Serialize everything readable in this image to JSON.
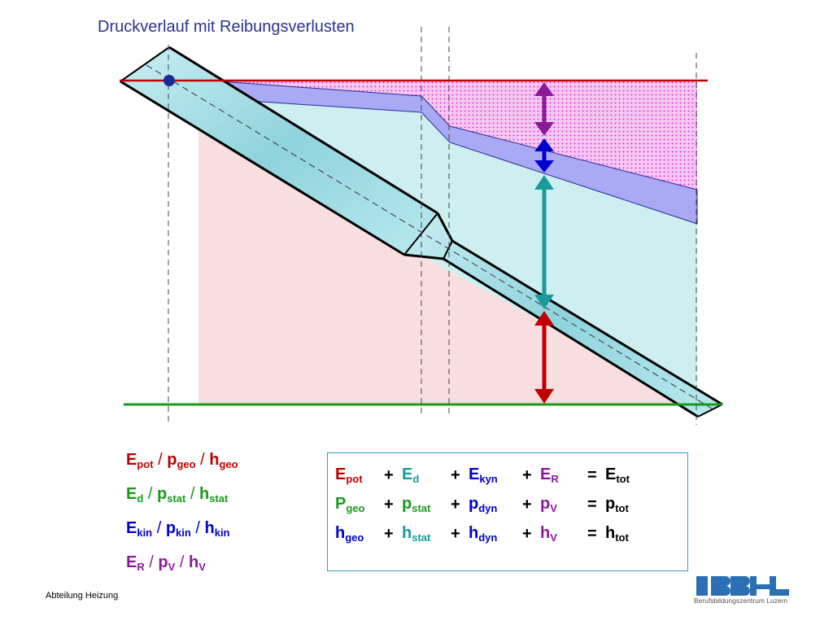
{
  "title": "Druckverlauf mit Reibungsverlusten",
  "footer": "Abteilung Heizung",
  "logo": {
    "text": "Berufsbildungszentrum Luzern",
    "mark": "BBZL"
  },
  "legend": [
    {
      "parts": [
        "E",
        "pot",
        " / ",
        "p",
        "geo",
        " / ",
        "h",
        "geo"
      ],
      "color": "#c00000"
    },
    {
      "parts": [
        "E",
        "d",
        " / ",
        "p",
        "stat",
        " / ",
        "h",
        "stat"
      ],
      "color": "#1a9a1a"
    },
    {
      "parts": [
        "E",
        "kin",
        " / ",
        "p",
        "kin",
        " / ",
        "h",
        "kin"
      ],
      "color": "#0000cc"
    },
    {
      "parts": [
        "E",
        "R",
        " / ",
        "p",
        "V",
        " / ",
        "h",
        "V"
      ],
      "color": "#8b1a9b"
    }
  ],
  "equations": {
    "row1": {
      "a_main": "E",
      "a_sub": "pot",
      "b_main": "E",
      "b_sub": "d",
      "c_main": "E",
      "c_sub": "kyn",
      "d_main": "E",
      "d_sub": "R",
      "tot_main": "E",
      "tot_sub": "tot"
    },
    "row2": {
      "a_main": "P",
      "a_sub": "geo",
      "b_main": "p",
      "b_sub": "stat",
      "c_main": "p",
      "c_sub": "dyn",
      "d_main": "p",
      "d_sub": "V",
      "tot_main": "p",
      "tot_sub": "tot"
    },
    "row3": {
      "a_main": "h",
      "a_sub": "geo",
      "b_main": "h",
      "b_sub": "stat",
      "c_main": "h",
      "c_sub": "dyn",
      "d_main": "h",
      "d_sub": "V",
      "tot_main": "h",
      "tot_sub": "tot"
    },
    "plus": "+",
    "equals": "="
  },
  "colors": {
    "geo": "#c00000",
    "stat": "#1a9a9a",
    "dyn": "#0000cc",
    "loss": "#8b1a9b",
    "pipe_fill": "#a9dde6",
    "stat_area": "#cdeff0",
    "geo_area": "#f8dede",
    "dyn_band": "#a9a9f5",
    "loss_area": "#f3a6ee"
  }
}
